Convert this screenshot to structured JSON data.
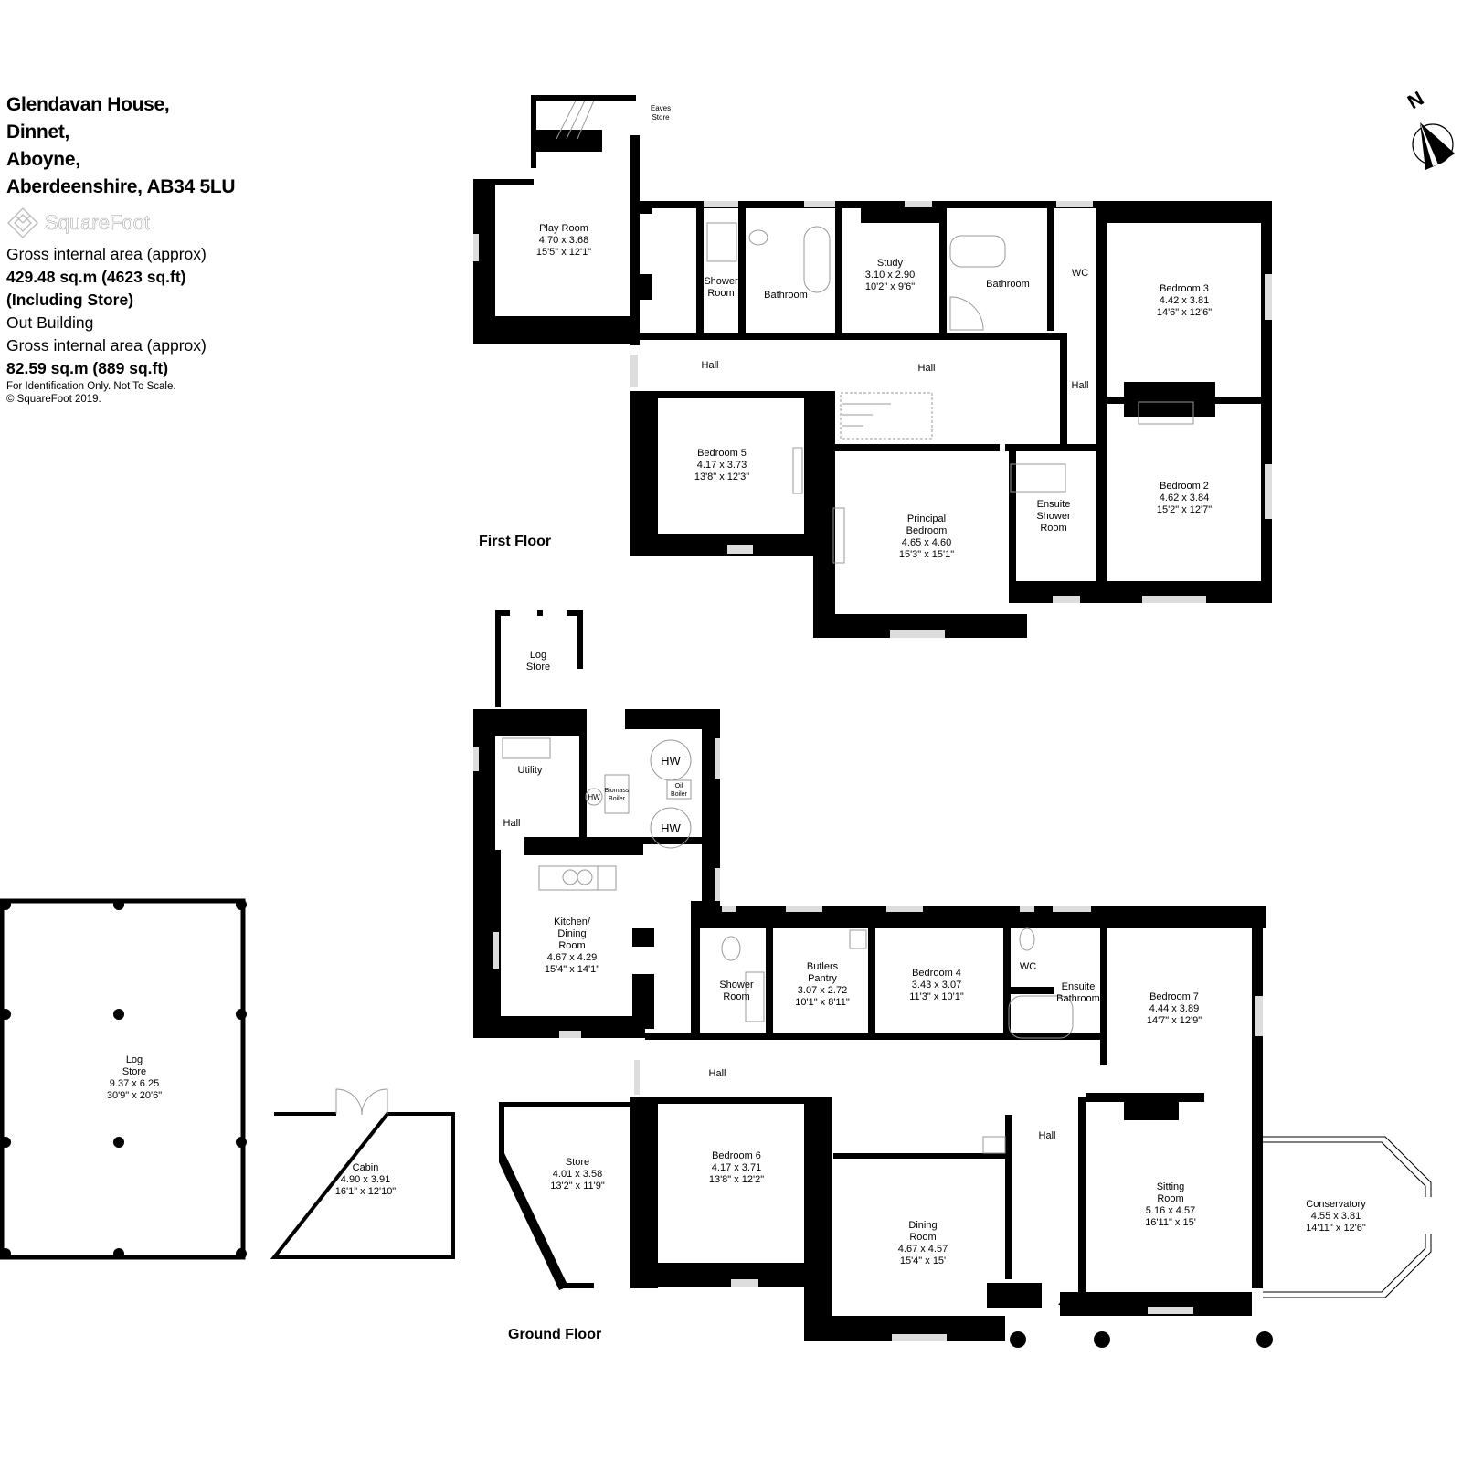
{
  "header": {
    "address_lines": [
      "Glendavan House,",
      "Dinnet,",
      "Aboyne,",
      "Aberdeenshire, AB34 5LU"
    ],
    "brand": "SquareFoot",
    "main_area_label": "Gross internal area (approx)",
    "main_area_value": "429.48 sq.m (4623 sq.ft)",
    "main_area_note": "(Including Store)",
    "outbuilding_label": "Out Building",
    "outbuilding_area_label": "Gross internal area (approx)",
    "outbuilding_area_value": "82.59 sq.m (889 sq.ft)",
    "disclaimer": "For Identification Only. Not To Scale.",
    "copyright": "© SquareFoot 2019."
  },
  "compass": {
    "label": "N",
    "icon": "north-arrow-icon"
  },
  "floors": {
    "first": {
      "label": "First Floor",
      "rooms": [
        {
          "name": "Play Room",
          "metric": "4.70 x 3.68",
          "imperial": "15'5\" x 12'1\""
        },
        {
          "name": "Eaves Store"
        },
        {
          "name": "Shower Room"
        },
        {
          "name": "Bathroom"
        },
        {
          "name": "Study",
          "metric": "3.10 x 2.90",
          "imperial": "10'2\" x 9'6\""
        },
        {
          "name": "Bathroom"
        },
        {
          "name": "WC"
        },
        {
          "name": "Bedroom 3",
          "metric": "4.42 x 3.81",
          "imperial": "14'6\" x 12'6\""
        },
        {
          "name": "Hall"
        },
        {
          "name": "Hall"
        },
        {
          "name": "Hall"
        },
        {
          "name": "Bedroom 5",
          "metric": "4.17 x 3.73",
          "imperial": "13'8\" x 12'3\""
        },
        {
          "name": "Principal Bedroom",
          "metric": "4.65 x 4.60",
          "imperial": "15'3\" x 15'1\""
        },
        {
          "name": "Ensuite Shower Room"
        },
        {
          "name": "Bedroom 2",
          "metric": "4.62 x 3.84",
          "imperial": "15'2\" x 12'7\""
        }
      ]
    },
    "ground": {
      "label": "Ground Floor",
      "rooms": [
        {
          "name": "Log Store"
        },
        {
          "name": "Utility"
        },
        {
          "name": "Hall"
        },
        {
          "name": "HW"
        },
        {
          "name": "Biomass Boiler"
        },
        {
          "name": "Oil Boiler"
        },
        {
          "name": "HW"
        },
        {
          "name": "HW"
        },
        {
          "name": "Kitchen/ Dining Room",
          "metric": "4.67 x 4.29",
          "imperial": "15'4\" x 14'1\""
        },
        {
          "name": "Shower Room"
        },
        {
          "name": "Butlers Pantry",
          "metric": "3.07 x 2.72",
          "imperial": "10'1\" x 8'11\""
        },
        {
          "name": "Bedroom 4",
          "metric": "3.43 x 3.07",
          "imperial": "11'3\" x 10'1\""
        },
        {
          "name": "WC"
        },
        {
          "name": "Ensuite Bathroom"
        },
        {
          "name": "Bedroom 7",
          "metric": "4.44 x 3.89",
          "imperial": "14'7\" x 12'9\""
        },
        {
          "name": "Hall"
        },
        {
          "name": "Store",
          "metric": "4.01 x 3.58",
          "imperial": "13'2\" x 11'9\""
        },
        {
          "name": "Bedroom 6",
          "metric": "4.17 x 3.71",
          "imperial": "13'8\" x 12'2\""
        },
        {
          "name": "Hall"
        },
        {
          "name": "Dining Room",
          "metric": "4.67 x 4.57",
          "imperial": "15'4\" x 15'"
        },
        {
          "name": "Sitting Room",
          "metric": "5.16 x 4.57",
          "imperial": "16'11\" x 15'"
        },
        {
          "name": "Conservatory",
          "metric": "4.55 x 3.81",
          "imperial": "14'11\" x 12'6\""
        }
      ]
    },
    "outbuilding": {
      "rooms": [
        {
          "name": "Log Store",
          "metric": "9.37 x 6.25",
          "imperial": "30'9\" x 20'6\""
        },
        {
          "name": "Cabin",
          "metric": "4.90 x 3.91",
          "imperial": "16'1\" x 12'10\""
        }
      ]
    }
  },
  "labels": {
    "ff_play_1": "Play Room",
    "ff_play_2": "4.70 x 3.68",
    "ff_play_3": "15'5\" x 12'1\"",
    "ff_eaves_1": "Eaves",
    "ff_eaves_2": "Store",
    "ff_shower_1": "Shower",
    "ff_shower_2": "Room",
    "ff_bath1": "Bathroom",
    "ff_study_1": "Study",
    "ff_study_2": "3.10 x 2.90",
    "ff_study_3": "10'2\" x 9'6\"",
    "ff_bath2": "Bathroom",
    "ff_wc": "WC",
    "ff_bed3_1": "Bedroom 3",
    "ff_bed3_2": "4.42 x 3.81",
    "ff_bed3_3": "14'6\" x 12'6\"",
    "ff_hall_a": "Hall",
    "ff_hall_b": "Hall",
    "ff_hall_c": "Hall",
    "ff_bed5_1": "Bedroom 5",
    "ff_bed5_2": "4.17 x 3.73",
    "ff_bed5_3": "13'8\" x 12'3\"",
    "ff_pb_1": "Principal",
    "ff_pb_2": "Bedroom",
    "ff_pb_3": "4.65 x 4.60",
    "ff_pb_4": "15'3\" x 15'1\"",
    "ff_ens_1": "Ensuite",
    "ff_ens_2": "Shower",
    "ff_ens_3": "Room",
    "ff_bed2_1": "Bedroom 2",
    "ff_bed2_2": "4.62 x 3.84",
    "ff_bed2_3": "15'2\" x 12'7\"",
    "gf_log_1": "Log",
    "gf_log_2": "Store",
    "gf_utility": "Utility",
    "gf_hall_s": "Hall",
    "gf_hw": "HW",
    "gf_bio_1": "Biomass",
    "gf_bio_2": "Boiler",
    "gf_oil_1": "Oil",
    "gf_oil_2": "Boiler",
    "gf_kit_1": "Kitchen/",
    "gf_kit_2": "Dining",
    "gf_kit_3": "Room",
    "gf_kit_4": "4.67 x 4.29",
    "gf_kit_5": "15'4\" x 14'1\"",
    "gf_shw_1": "Shower",
    "gf_shw_2": "Room",
    "gf_bp_1": "Butlers",
    "gf_bp_2": "Pantry",
    "gf_bp_3": "3.07 x 2.72",
    "gf_bp_4": "10'1\" x 8'11\"",
    "gf_bed4_1": "Bedroom 4",
    "gf_bed4_2": "3.43 x 3.07",
    "gf_bed4_3": "11'3\" x 10'1\"",
    "gf_wc": "WC",
    "gf_ens_1": "Ensuite",
    "gf_ens_2": "Bathroom",
    "gf_bed7_1": "Bedroom 7",
    "gf_bed7_2": "4.44 x 3.89",
    "gf_bed7_3": "14'7\" x 12'9\"",
    "gf_hall_a": "Hall",
    "gf_hall_b": "Hall",
    "gf_store_1": "Store",
    "gf_store_2": "4.01 x 3.58",
    "gf_store_3": "13'2\" x 11'9\"",
    "gf_bed6_1": "Bedroom 6",
    "gf_bed6_2": "4.17 x 3.71",
    "gf_bed6_3": "13'8\" x 12'2\"",
    "gf_din_1": "Dining",
    "gf_din_2": "Room",
    "gf_din_3": "4.67 x 4.57",
    "gf_din_4": "15'4\" x 15'",
    "gf_sit_1": "Sitting",
    "gf_sit_2": "Room",
    "gf_sit_3": "5.16 x 4.57",
    "gf_sit_4": "16'11\" x 15'",
    "gf_con_1": "Conservatory",
    "gf_con_2": "4.55 x 3.81",
    "gf_con_3": "14'11\" x 12'6\"",
    "ob_log_1": "Log",
    "ob_log_2": "Store",
    "ob_log_3": "9.37 x 6.25",
    "ob_log_4": "30'9\" x 20'6\"",
    "ob_cab_1": "Cabin",
    "ob_cab_2": "4.90 x 3.91",
    "ob_cab_3": "16'1\" x 12'10\""
  }
}
